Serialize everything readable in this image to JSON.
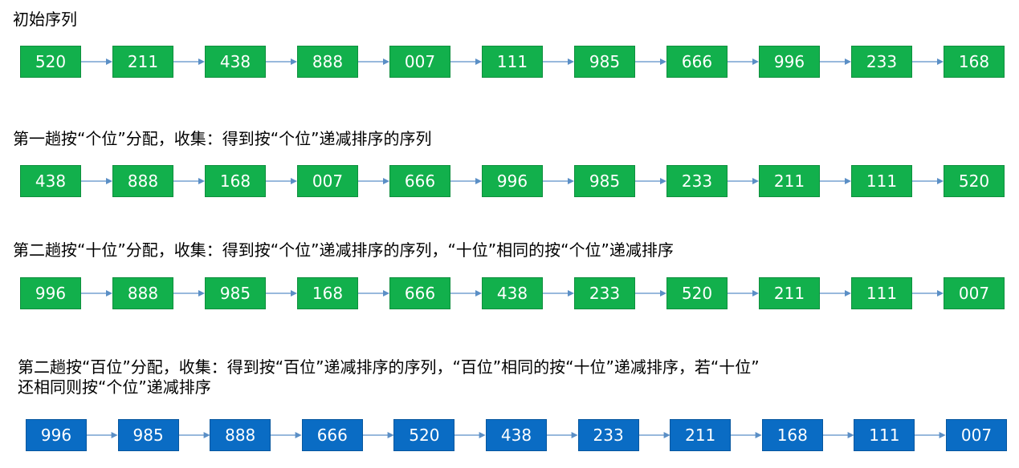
{
  "colors": {
    "green": "#12b04c",
    "green_border": "#0f8f3e",
    "blue": "#0a6cc4",
    "blue_border": "#08579e",
    "arrow": "#5b8fc6"
  },
  "steps": [
    {
      "caption": "初始序列",
      "color": "green",
      "values": [
        "520",
        "211",
        "438",
        "888",
        "007",
        "111",
        "985",
        "666",
        "996",
        "233",
        "168"
      ]
    },
    {
      "caption": "第一趟按“个位”分配，收集：得到按“个位”递减排序的序列",
      "color": "green",
      "values": [
        "438",
        "888",
        "168",
        "007",
        "666",
        "996",
        "985",
        "233",
        "211",
        "111",
        "520"
      ]
    },
    {
      "caption": "第二趟按“十位”分配，收集：得到按“个位”递减排序的序列，“十位”相同的按“个位”递减排序",
      "color": "green",
      "values": [
        "996",
        "888",
        "985",
        "168",
        "666",
        "438",
        "233",
        "520",
        "211",
        "111",
        "007"
      ]
    },
    {
      "caption": "第二趟按“百位”分配，收集：得到按“百位”递减排序的序列，“百位”相同的按“十位”递减排序，若“十位”\n还相同则按“个位”递减排序",
      "color": "blue",
      "values": [
        "996",
        "985",
        "888",
        "666",
        "520",
        "438",
        "233",
        "211",
        "168",
        "111",
        "007"
      ]
    }
  ]
}
